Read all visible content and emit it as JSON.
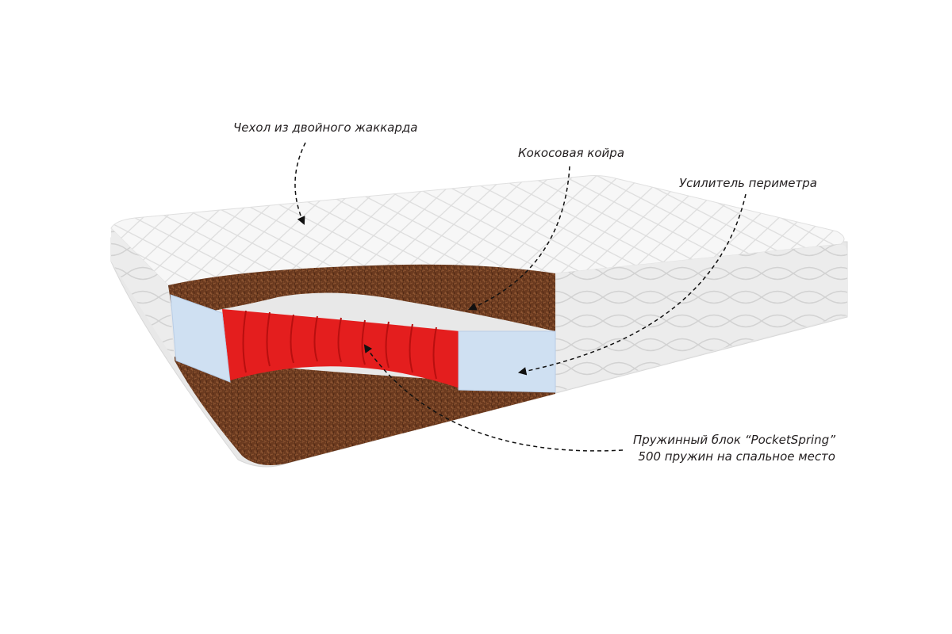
{
  "labels": {
    "cover": "Чехол из двойного жаккарда",
    "coir": "Кокосовая койра",
    "perimeter": "Усилитель периметра",
    "spring_block_line1": "Пружинный блок “PocketSpring”",
    "spring_block_line2": "500 пружин на спальное место"
  },
  "colors": {
    "coir": "#6b3a1f",
    "springs": "#e41e1e",
    "foam": "#cfe0f2",
    "cover": "#f4f4f4"
  }
}
